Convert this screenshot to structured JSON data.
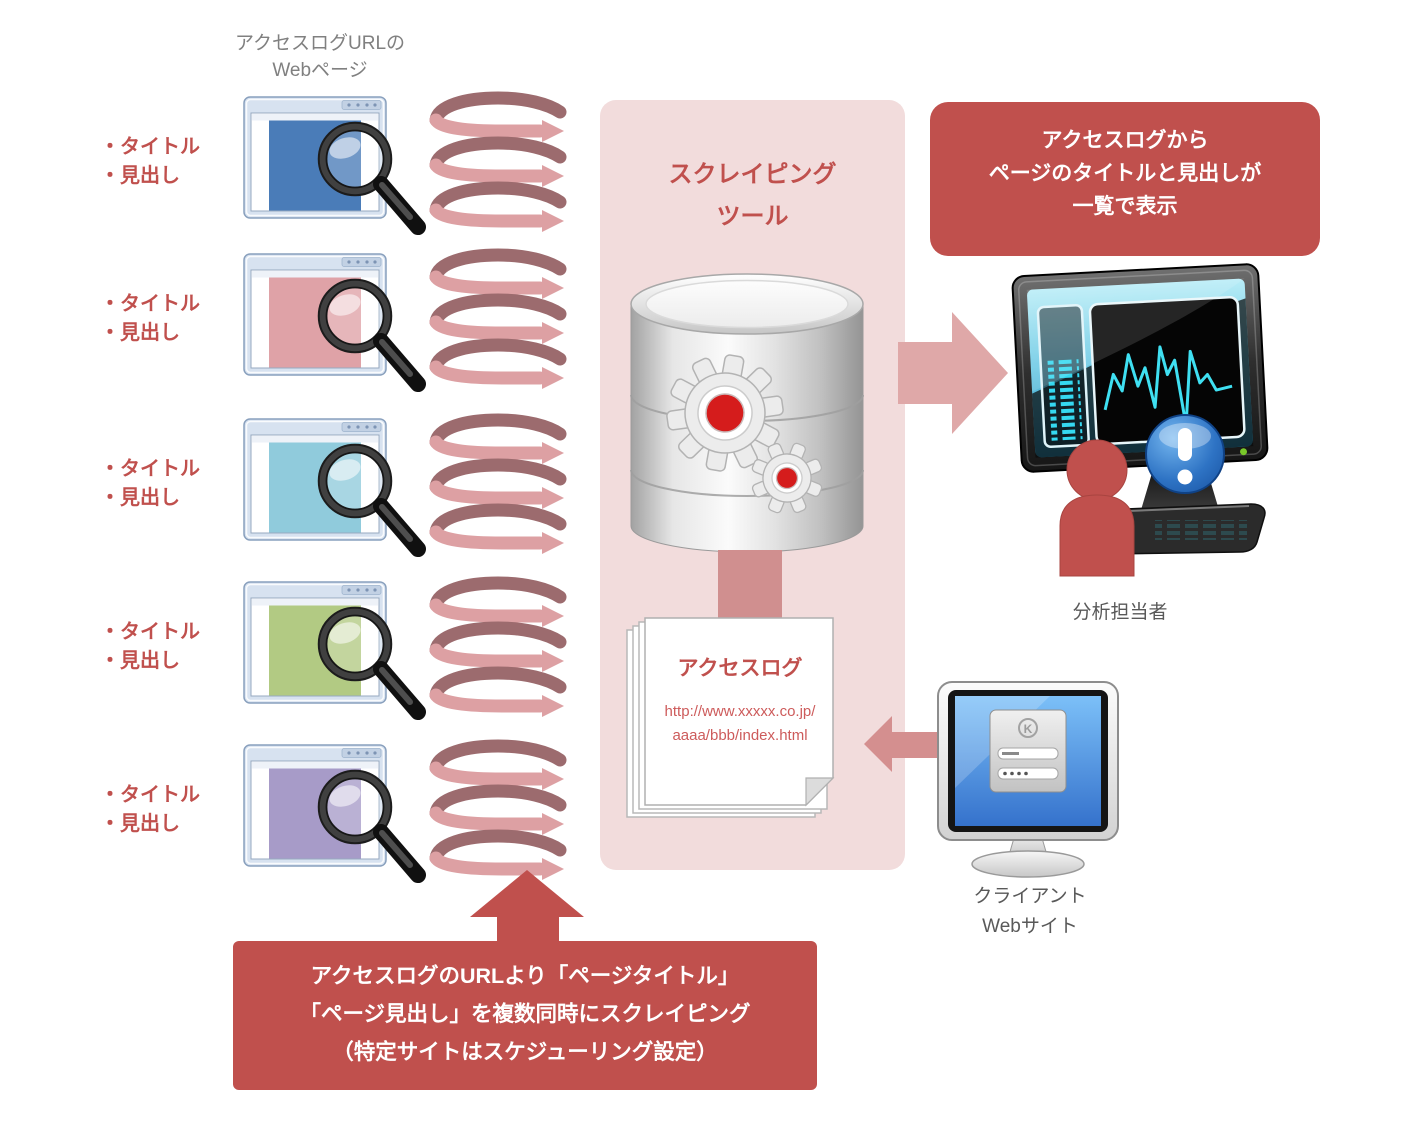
{
  "colors": {
    "accent_red": "#c0504d",
    "panel_pink": "#f2dcdc",
    "arrow_light_pink": "#dfa8a8",
    "arrow_mid_pink": "#d48f8f",
    "connector_pink": "#d08f8f",
    "coil_dark": "#9c6b6e",
    "coil_light": "#dda0a3",
    "heading_gray": "#808080",
    "caption_gray": "#595959",
    "gear_red": "#d51c1c"
  },
  "source_section": {
    "heading": {
      "line1": "アクセスログURLの",
      "line2": "Webページ"
    },
    "row_label": {
      "line1": "・タイトル",
      "line2": "・見出し"
    },
    "window_colors": [
      "#4a7cb8",
      "#dfa2a7",
      "#90cbdc",
      "#b2ca83",
      "#a79bc8"
    ]
  },
  "scraping_panel": {
    "title": {
      "line1": "スクレイピング",
      "line2": "ツール"
    }
  },
  "access_log": {
    "title": "アクセスログ",
    "url": {
      "line1": "http://www.xxxxx.co.jp/",
      "line2": "aaaa/bbb/index.html"
    }
  },
  "result_note": {
    "line1": "アクセスログから",
    "line2": "ページのタイトルと見出しが",
    "line3": "一覧で表示"
  },
  "analyst": {
    "caption": "分析担当者"
  },
  "client": {
    "caption": {
      "line1": "クライアント",
      "line2": "Webサイト"
    }
  },
  "process_note": {
    "line1": "アクセスログのURLより「ページタイトル」",
    "line2": "「ページ見出し」を複数同時にスクレイピング",
    "line3": "（特定サイトはスケジューリング設定）"
  }
}
